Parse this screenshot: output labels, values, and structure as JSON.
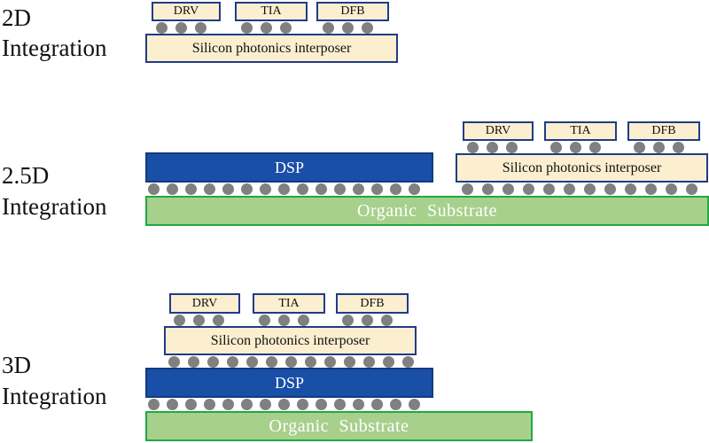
{
  "rows": {
    "row_2d": {
      "label_line1": "2D",
      "label_line2": "Integration",
      "chips": [
        "DRV",
        "TIA",
        "DFB"
      ],
      "interposer": "Silicon photonics interposer"
    },
    "row_25d": {
      "label_line1": "2.5D",
      "label_line2": "Integration",
      "chips": [
        "DRV",
        "TIA",
        "DFB"
      ],
      "interposer": "Silicon photonics interposer",
      "dsp": "DSP",
      "substrate": "Organic  Substrate"
    },
    "row_3d": {
      "label_line1": "3D",
      "label_line2": "Integration",
      "chips": [
        "DRV",
        "TIA",
        "DFB"
      ],
      "interposer": "Silicon photonics interposer",
      "dsp": "DSP",
      "substrate": "Organic  Substrate"
    }
  },
  "colors": {
    "chip_fill": "#fcefcf",
    "chip_border": "#1f3c88",
    "dsp_fill": "#1a4fa8",
    "substrate_fill": "#a8d08d",
    "substrate_border": "#21a845",
    "bump": "#808080"
  }
}
